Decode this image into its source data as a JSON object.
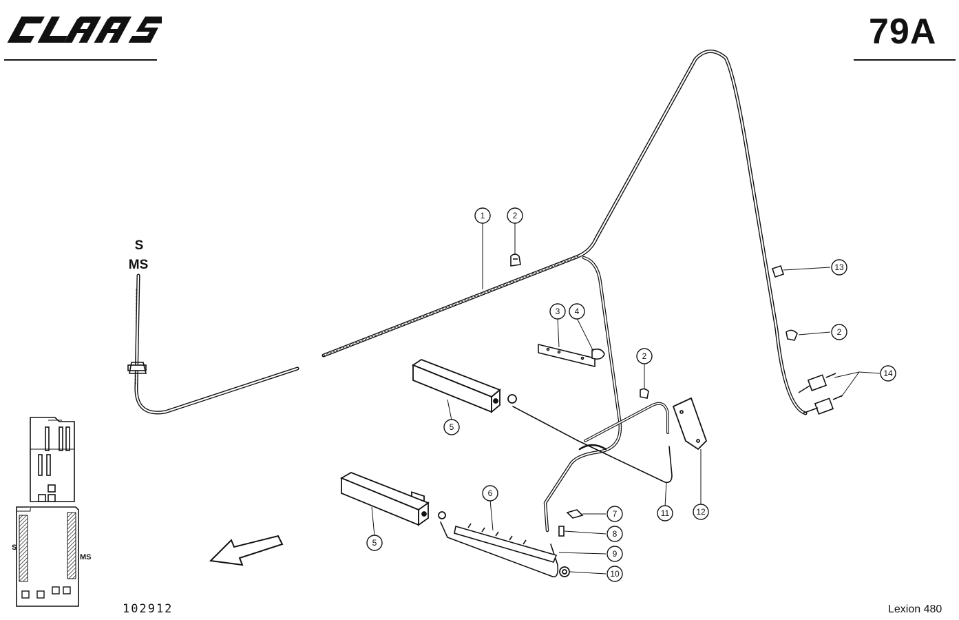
{
  "header": {
    "brand": "CLAAS",
    "page_code": "79A"
  },
  "footer": {
    "drawing_number": "102912",
    "model": "Lexion 480"
  },
  "labels": {
    "s": "S",
    "ms": "MS",
    "inset_s": "S",
    "inset_ms": "MS"
  },
  "callouts": [
    "1",
    "2",
    "3",
    "4",
    "5",
    "6",
    "7",
    "8",
    "9",
    "10",
    "11",
    "12",
    "13",
    "2",
    "2",
    "14",
    "5"
  ]
}
